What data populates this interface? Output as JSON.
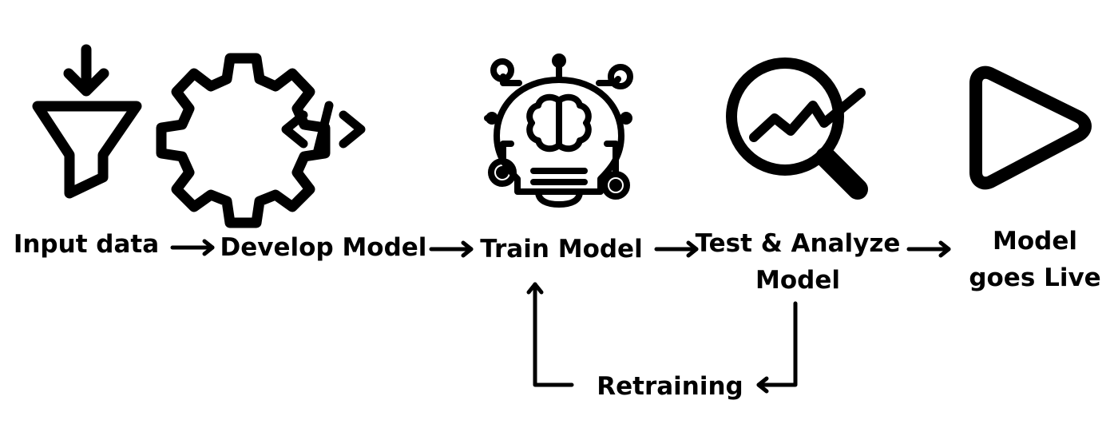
{
  "steps": [
    {
      "id": "input",
      "icon": "funnel-icon",
      "label": "Input data"
    },
    {
      "id": "develop",
      "icon": "gear-code-icon",
      "label": "Develop Model"
    },
    {
      "id": "train",
      "icon": "lightbulb-brain-circuit-icon",
      "label": "Train Model"
    },
    {
      "id": "test",
      "icon": "magnifier-trend-icon",
      "label_lines": [
        "Test & Analyze",
        "Model"
      ]
    },
    {
      "id": "live",
      "icon": "play-icon",
      "label_lines": [
        "Model",
        "goes Live"
      ]
    }
  ],
  "loop": {
    "label": "Retraining",
    "from": "test",
    "to": "train"
  },
  "colors": {
    "stroke": "#000000",
    "background": "#ffffff"
  }
}
